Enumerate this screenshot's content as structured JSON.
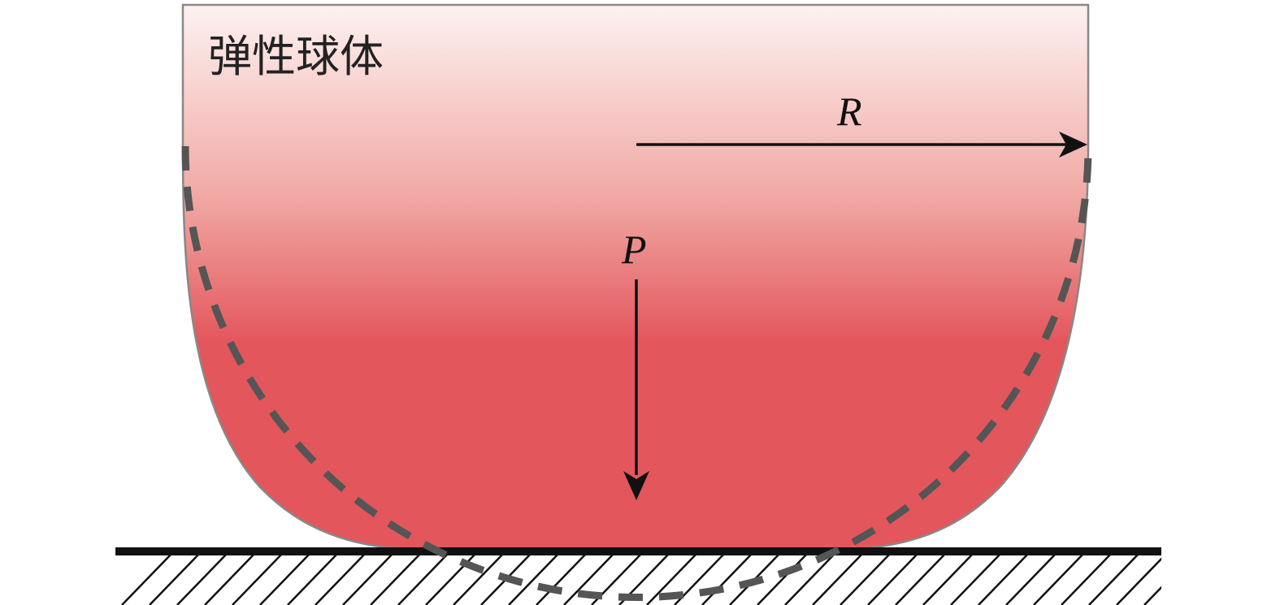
{
  "diagram": {
    "title_label": "弹性球体",
    "radius_label": "R",
    "force_label": "P"
  },
  "colors": {
    "ball_top": "#fdf2f1",
    "ball_mid": "#f1a9a5",
    "ball_bottom": "#e3565c",
    "ball_outline": "#888888",
    "dashed_outline": "#555555",
    "ground": "#111111",
    "arrow": "#111111"
  }
}
